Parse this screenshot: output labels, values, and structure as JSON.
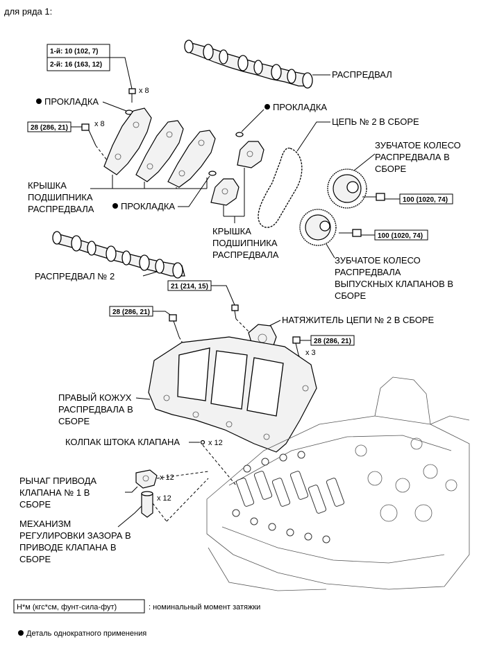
{
  "header": {
    "title": "для ряда 1:"
  },
  "labels": {
    "camshaft": "РАСПРЕДВАЛ",
    "gasket_1": "ПРОКЛАДКА",
    "gasket_2": "ПРОКЛАДКА",
    "gasket_3": "ПРОКЛАДКА",
    "chain": "ЦЕПЬ № 2 В СБОРЕ",
    "intake_gear": [
      "ЗУБЧАТОЕ КОЛЕСО",
      "РАСПРЕДВАЛА В",
      "СБОРЕ"
    ],
    "bearing_cap_left": [
      "КРЫШКА",
      "ПОДШИПНИКА",
      "РАСПРЕДВАЛА"
    ],
    "bearing_cap_right": [
      "КРЫШКА",
      "ПОДШИПНИКА",
      "РАСПРЕДВАЛА"
    ],
    "camshaft_2": "РАСПРЕДВАЛ № 2",
    "exhaust_gear": [
      "ЗУБЧАТОЕ КОЛЕСО",
      "РАСПРЕДВАЛА",
      "ВЫПУСКНЫХ КЛАПАНОВ В",
      "СБОРЕ"
    ],
    "tensioner": "НАТЯЖИТЕЛЬ ЦЕПИ № 2 В СБОРЕ",
    "cam_housing": [
      "ПРАВЫЙ КОЖУХ",
      "РАСПРЕДВАЛА В",
      "СБОРЕ"
    ],
    "valve_cap": "КОЛПАК ШТОКА КЛАПАНА",
    "rocker_arm": [
      "РЫЧАГ ПРИВОДА",
      "КЛАПАНА № 1 В",
      "СБОРЕ"
    ],
    "lash_adjuster": [
      "МЕХАНИЗМ",
      "РЕГУЛИРОВКИ ЗАЗОРА В",
      "ПРИВОДЕ КЛАПАНА В",
      "СБОРЕ"
    ]
  },
  "torques": {
    "cap_bolt_first": "1-й: 10 (102, 7)",
    "cap_bolt_second": "2-й: 16 (163, 12)",
    "cap_bolt_left": "28 (286, 21)",
    "intake_gear_bolt": "100 (1020, 74)",
    "exhaust_gear_bolt": "100 (1020, 74)",
    "tensioner_bolt": "21 (214, 15)",
    "housing_bolt_left": "28 (286, 21)",
    "housing_bolt_right": "28 (286, 21)"
  },
  "quantities": {
    "cap_bolts_top": "x 8",
    "cap_bolts_left": "x 8",
    "housing_bolts": "x 3",
    "valve_caps": "x 12",
    "rocker_arms": "x 12",
    "lash_adjusters": "x 12"
  },
  "legend": {
    "unit": "Н*м (кгс*см, фунт-сила-фут)",
    "torque_desc": ": номинальный момент затяжки",
    "single_use": "Деталь однократного применения"
  }
}
